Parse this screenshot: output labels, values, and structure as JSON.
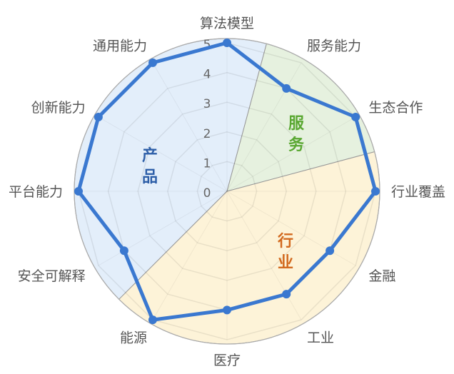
{
  "chart_data": {
    "type": "radar",
    "categories": [
      "算法模型",
      "服务能力",
      "生态合作",
      "行业覆盖",
      "金融",
      "工业",
      "医疗",
      "能源",
      "安全可解释",
      "平台能力",
      "创新能力",
      "通用能力"
    ],
    "values": [
      5,
      4,
      5,
      5,
      4,
      4,
      4,
      5,
      4,
      5,
      5,
      5
    ],
    "rlim": [
      0,
      5
    ],
    "ticks": [
      "0",
      "1",
      "2",
      "3",
      "4",
      "5"
    ],
    "grid": true,
    "series_color": "#3a78d0",
    "sectors": [
      {
        "label": "产品",
        "color": "#e3eefa",
        "text_color": "#2e5fa8",
        "from_deg": 225,
        "to_deg": 375
      },
      {
        "label": "服务",
        "color": "#e6f1df",
        "text_color": "#5aa832",
        "from_deg": 15,
        "to_deg": 75
      },
      {
        "label": "行业",
        "color": "#fdf3d8",
        "text_color": "#d2691e",
        "from_deg": 75,
        "to_deg": 225
      }
    ]
  }
}
